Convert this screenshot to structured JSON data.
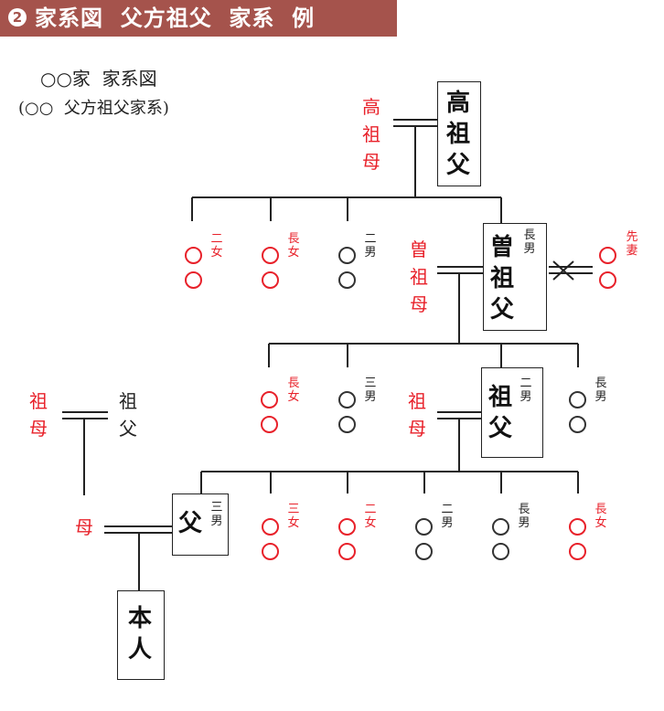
{
  "header": {
    "badge": "2",
    "title": "家系図  父方祖父  家系  例"
  },
  "caption": {
    "line1": "○○家  家系図",
    "line2": "(○○  父方祖父家系)"
  },
  "colors": {
    "header_bg": "#a5534c",
    "red": "#e8212a",
    "black": "#222222"
  },
  "boxes": {
    "koso": "高祖父",
    "soso": "曽祖父",
    "sofu": "祖父",
    "chichi": "父",
    "honnin": "本人"
  },
  "box_tags": {
    "soso": "長男",
    "sofu": "二男",
    "chichi": "三男"
  },
  "spouses": {
    "koso_wife": "高祖母",
    "soso_wife": "曽祖母",
    "sofu_wife": "祖母",
    "chichi_wife": "母",
    "soso_ex": "先妻"
  },
  "maternal": {
    "grandmother": "祖母",
    "grandfather": "祖父"
  },
  "gen1_children": [
    "二女",
    "長女",
    "二男"
  ],
  "gen2_children": [
    "長女",
    "三男",
    "長男"
  ],
  "gen3_children": [
    "三女",
    "二女",
    "二男",
    "長男",
    "長女"
  ]
}
